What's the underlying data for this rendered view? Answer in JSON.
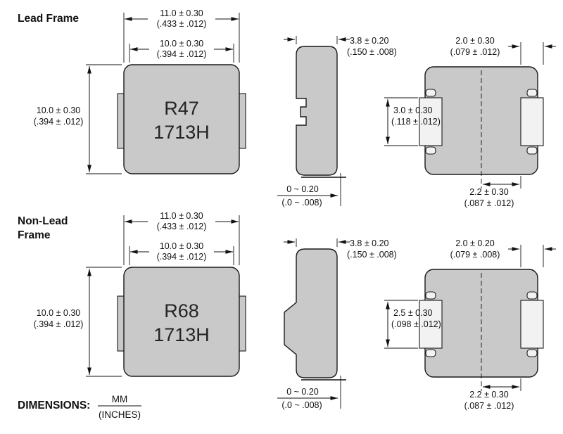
{
  "titles": {
    "lead_frame": "Lead Frame",
    "non_lead_line1": "Non-Lead",
    "non_lead_line2": "Frame"
  },
  "footer": {
    "label": "DIMENSIONS:",
    "unit_top": "MM",
    "unit_bottom": "(INCHES)"
  },
  "colors": {
    "body_fill": "#c9c9c9",
    "pad_fill": "#f2f2f2",
    "line": "#111111"
  },
  "lead_frame": {
    "marking": {
      "line1": "R47",
      "line2": "1713H"
    },
    "front": {
      "outer_width_mm": "11.0 ± 0.30",
      "outer_width_in": "(.433 ± .012)",
      "top_width_mm": "10.0 ± 0.30",
      "top_width_in": "(.394 ± .012)",
      "height_mm": "10.0 ± 0.30",
      "height_in": "(.394 ± .012)"
    },
    "side": {
      "thickness_mm": "3.8 ± 0.20",
      "thickness_in": "(.150 ± .008)",
      "standoff_mm": "0 ~ 0.20",
      "standoff_in": "(.0 ~ .008)"
    },
    "bottom": {
      "pad_width_mm": "2.0 ± 0.30",
      "pad_width_in": "(.079 ± .012)",
      "pad_height_mm": "3.0 ± 0.30",
      "pad_height_in": "(.118 ± .012)",
      "pad_spacing_mm": "2.2 ± 0.30",
      "pad_spacing_in": "(.087 ± .012)"
    }
  },
  "non_lead_frame": {
    "marking": {
      "line1": "R68",
      "line2": "1713H"
    },
    "front": {
      "outer_width_mm": "11.0 ± 0.30",
      "outer_width_in": "(.433 ± .012)",
      "top_width_mm": "10.0 ± 0.30",
      "top_width_in": "(.394 ± .012)",
      "height_mm": "10.0 ± 0.30",
      "height_in": "(.394 ± .012)"
    },
    "side": {
      "thickness_mm": "3.8 ± 0.20",
      "thickness_in": "(.150 ± .008)",
      "standoff_mm": "0 ~ 0.20",
      "standoff_in": "(.0 ~ .008)"
    },
    "bottom": {
      "pad_width_mm": "2.0 ± 0.20",
      "pad_width_in": "(.079 ± .008)",
      "pad_height_mm": "2.5 ± 0.30",
      "pad_height_in": "(.098 ± .012)",
      "pad_spacing_mm": "2.2 ± 0.30",
      "pad_spacing_in": "(.087 ± .012)"
    }
  }
}
